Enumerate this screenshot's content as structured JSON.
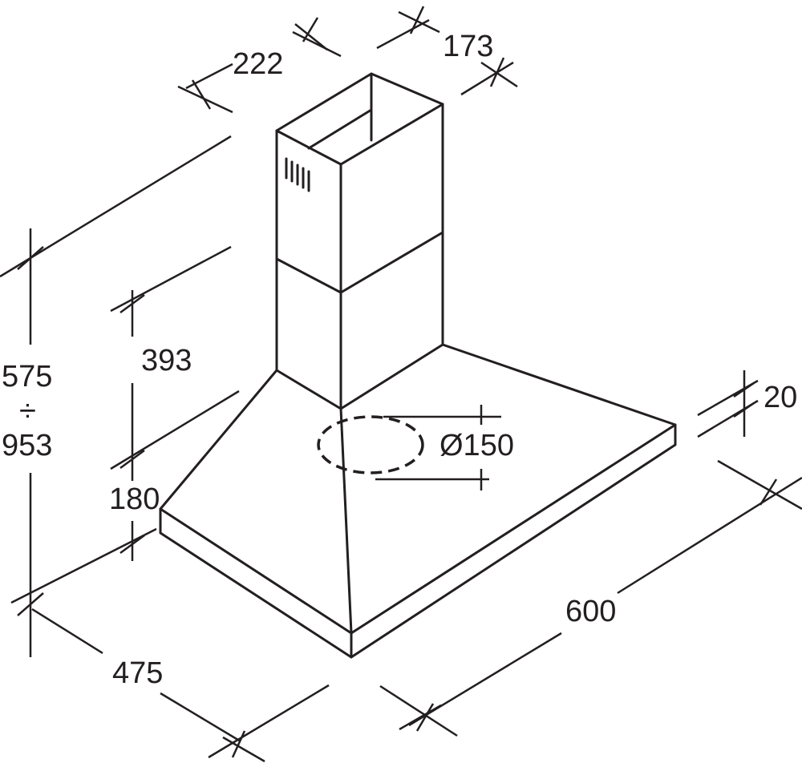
{
  "dimensions": {
    "chimney_width": "222",
    "chimney_depth": "173",
    "height_min": "575",
    "height_separator": "÷",
    "height_max": "953",
    "upper_chimney_height": "393",
    "canopy_height": "180",
    "duct_diameter": "Ø150",
    "hood_depth": "475",
    "hood_width": "600",
    "base_thickness": "20"
  },
  "colors": {
    "line": "#231f20",
    "background": "#ffffff"
  }
}
